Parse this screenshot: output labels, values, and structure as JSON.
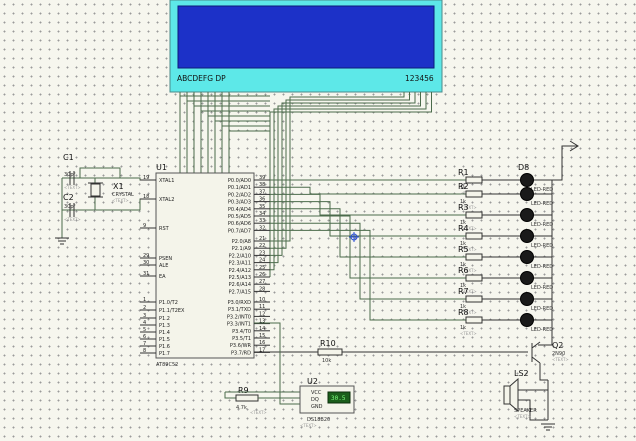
{
  "lcd": {
    "left_label": "ABCDEFG DP",
    "right_label": "123456",
    "screen_color": "#1c31c8",
    "bezel_color": "#5de8e8"
  },
  "mcu": {
    "ref": "U1",
    "part": "AT89C52",
    "left_pins": [
      {
        "num": "19",
        "name": "XTAL1"
      },
      {
        "num": "18",
        "name": "XTAL2"
      },
      {
        "num": "9",
        "name": "RST"
      },
      {
        "num": "29",
        "name": "PSEN"
      },
      {
        "num": "30",
        "name": "ALE"
      },
      {
        "num": "31",
        "name": "EA"
      },
      {
        "num": "1",
        "name": "P1.0/T2"
      },
      {
        "num": "2",
        "name": "P1.1/T2EX"
      },
      {
        "num": "3",
        "name": "P1.2"
      },
      {
        "num": "4",
        "name": "P1.3"
      },
      {
        "num": "5",
        "name": "P1.4"
      },
      {
        "num": "6",
        "name": "P1.5"
      },
      {
        "num": "7",
        "name": "P1.6"
      },
      {
        "num": "8",
        "name": "P1.7"
      }
    ],
    "right_pins": [
      {
        "num": "39",
        "name": "P0.0/AD0"
      },
      {
        "num": "38",
        "name": "P0.1/AD1"
      },
      {
        "num": "37",
        "name": "P0.2/AD2"
      },
      {
        "num": "36",
        "name": "P0.3/AD3"
      },
      {
        "num": "35",
        "name": "P0.4/AD4"
      },
      {
        "num": "34",
        "name": "P0.5/AD5"
      },
      {
        "num": "33",
        "name": "P0.6/AD6"
      },
      {
        "num": "32",
        "name": "P0.7/AD7"
      },
      {
        "num": "21",
        "name": "P2.0/A8"
      },
      {
        "num": "22",
        "name": "P2.1/A9"
      },
      {
        "num": "23",
        "name": "P2.2/A10"
      },
      {
        "num": "24",
        "name": "P2.3/A11"
      },
      {
        "num": "25",
        "name": "P2.4/A12"
      },
      {
        "num": "26",
        "name": "P2.5/A13"
      },
      {
        "num": "27",
        "name": "P2.6/A14"
      },
      {
        "num": "28",
        "name": "P2.7/A15"
      },
      {
        "num": "10",
        "name": "P3.0/RXD"
      },
      {
        "num": "11",
        "name": "P3.1/TXD"
      },
      {
        "num": "12",
        "name": "P3.2/INT0"
      },
      {
        "num": "13",
        "name": "P3.3/INT1"
      },
      {
        "num": "14",
        "name": "P3.4/T0"
      },
      {
        "num": "15",
        "name": "P3.5/T1"
      },
      {
        "num": "16",
        "name": "P3.6/WR"
      },
      {
        "num": "17",
        "name": "P3.7/RD"
      }
    ]
  },
  "crystal": {
    "ref": "X1",
    "type": "CRYSTAL",
    "text": "<TEXT>"
  },
  "caps": [
    {
      "ref": "C1",
      "value": "30pf",
      "text": "<TEXT>"
    },
    {
      "ref": "C2",
      "value": "30pf",
      "text": "<TEXT>"
    }
  ],
  "resistors": [
    {
      "ref": "R1",
      "value": "1k",
      "text": "<TEXT>"
    },
    {
      "ref": "R2",
      "value": "1k",
      "text": "<TEXT>"
    },
    {
      "ref": "R3",
      "value": "1k",
      "text": "<TEXT>"
    },
    {
      "ref": "R4",
      "value": "1k",
      "text": "<TEXT>"
    },
    {
      "ref": "R5",
      "value": "1k",
      "text": "<TEXT>"
    },
    {
      "ref": "R6",
      "value": "1k",
      "text": "<TEXT>"
    },
    {
      "ref": "R7",
      "value": "1k",
      "text": "<TEXT>"
    },
    {
      "ref": "R8",
      "value": "1k",
      "text": "<TEXT>"
    }
  ],
  "leds": {
    "top_ref": "D8",
    "labels": [
      "LED-RED",
      "LED-RED",
      "LED-RED",
      "LED-RED",
      "LED-RED",
      "LED-RED",
      "LED-RED",
      "LED-RED"
    ],
    "color": "#1a1a1a"
  },
  "r10": {
    "ref": "R10",
    "value": "10k"
  },
  "r9": {
    "ref": "R9",
    "value": "4.7k",
    "text": "<TEXT>"
  },
  "sensor": {
    "ref": "U2",
    "part": "DS18B20",
    "pins": [
      "VCC",
      "DQ",
      "GND"
    ],
    "readout": "30.5",
    "text": "<TEXT>"
  },
  "transistor": {
    "ref": "Q2",
    "part": "2N90",
    "text": "<TEXT>"
  },
  "speaker": {
    "ref": "LS2",
    "part": "SPEAKER",
    "text": "<TEXT>"
  }
}
